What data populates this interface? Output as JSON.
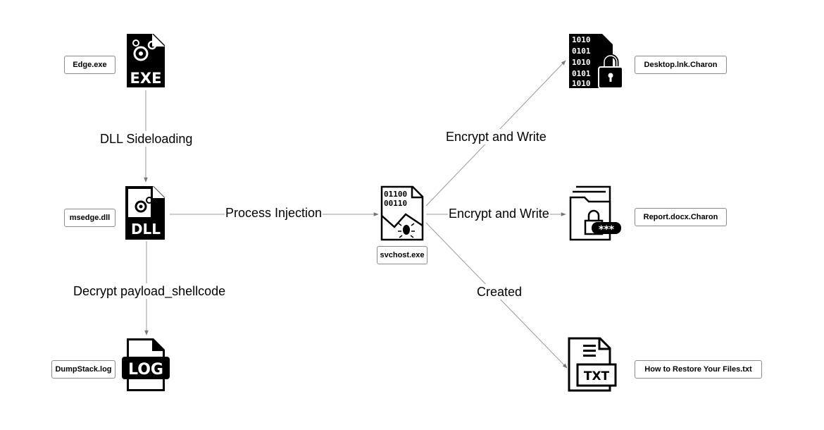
{
  "nodes": {
    "edge_exe": {
      "label": "Edge.exe",
      "icon": "exe-file-icon",
      "icon_text": "EXE"
    },
    "msedge_dll": {
      "label": "msedge.dll",
      "icon": "dll-file-icon",
      "icon_text": "DLL"
    },
    "dumpstack_log": {
      "label": "DumpStack.log",
      "icon": "log-file-icon",
      "icon_text": "LOG"
    },
    "svchost_exe": {
      "label": "svchost.exe",
      "icon": "malware-binary-file-icon",
      "icon_text_1": "01100",
      "icon_text_2": "00110"
    },
    "desktop_lnk": {
      "label": "Desktop.lnk.Charon",
      "icon": "encrypted-binary-lock-icon",
      "icon_rows": [
        "1010",
        "0101",
        "1010",
        "0101",
        "1010"
      ]
    },
    "report_docx": {
      "label": "Report.docx.Charon",
      "icon": "locked-folder-password-icon",
      "icon_text": "***"
    },
    "restore_txt": {
      "label": "How to Restore Your Files.txt",
      "icon": "txt-file-icon",
      "icon_text": "TXT"
    }
  },
  "edges": {
    "sideloading": {
      "label": "DLL Sideloading"
    },
    "decrypt": {
      "label": "Decrypt payload_shellcode"
    },
    "injection": {
      "label": "Process Injection"
    },
    "encrypt_desktop": {
      "label": "Encrypt and Write"
    },
    "encrypt_report": {
      "label": "Encrypt and Write"
    },
    "created": {
      "label": "Created"
    }
  },
  "colors": {
    "edge_line": "#9a9a9a",
    "box_border": "#8c8c8c",
    "icon": "#000000"
  }
}
